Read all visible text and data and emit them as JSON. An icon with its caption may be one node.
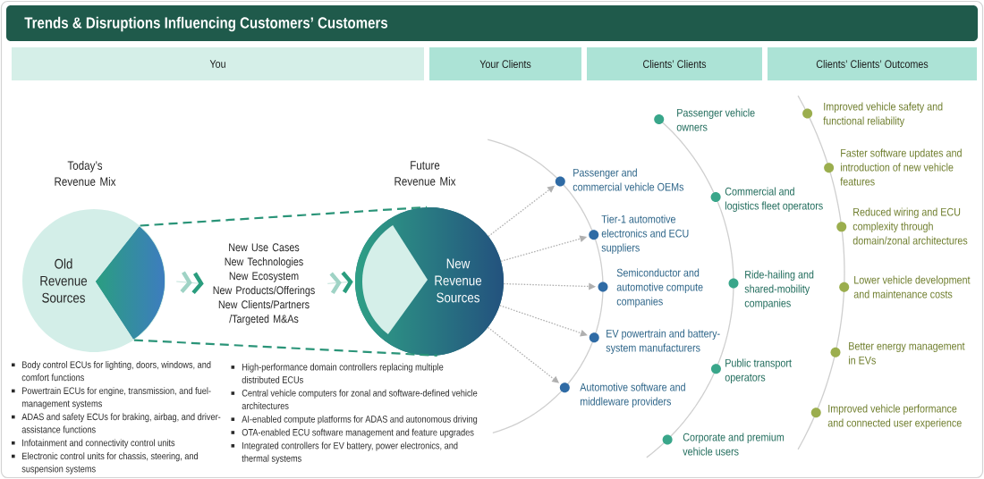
{
  "diagram": {
    "title": "Trends & Disruptions Influencing Customers’ Customers",
    "nodes": [
      {
        "text": [
          "You"
        ]
      },
      {
        "text": [
          "Your Clients"
        ]
      },
      {
        "text": [
          "Clients’ Clients"
        ]
      },
      {
        "text": [
          "Clients’ Clients’ Outcomes"
        ]
      },
      {
        "text": [
          "Old Revenue Sources"
        ],
        "beside": [
          "Today’s Revenue Mix"
        ]
      },
      {
        "text": [
          "New Use Cases",
          "New Technologies",
          "New Ecosystem",
          "New Products/Offerings",
          "New Clients/Partners /Targeted M&As"
        ]
      },
      {
        "text": [
          "New Revenue Sources"
        ],
        "beside": [
          "Future Revenue Mix"
        ]
      },
      {
        "text": [],
        "shape": "circle",
        "beside": [
          "Passenger and commercial vehicle OEMs"
        ]
      },
      {
        "text": [],
        "shape": "circle",
        "beside": [
          "Tier-1 automotive electronics and ECU suppliers"
        ]
      },
      {
        "text": [],
        "shape": "circle",
        "beside": [
          "Semiconductor and automotive compute companies"
        ]
      },
      {
        "text": [],
        "shape": "circle",
        "beside": [
          "EV powertrain and battery-system manufacturers"
        ]
      },
      {
        "text": [],
        "shape": "circle",
        "beside": [
          "Automotive software and middleware providers"
        ]
      },
      {
        "text": [],
        "shape": "circle",
        "beside": [
          "Passenger vehicle owners"
        ]
      },
      {
        "text": [],
        "shape": "circle",
        "beside": [
          "Commercial and logistics fleet operators"
        ]
      },
      {
        "text": [],
        "shape": "circle",
        "beside": [
          "Ride-hailing and shared-mobility companies"
        ]
      },
      {
        "text": [],
        "shape": "circle",
        "beside": [
          "Public transport operators"
        ]
      },
      {
        "text": [],
        "shape": "circle",
        "beside": [
          "Corporate and premium vehicle users"
        ]
      },
      {
        "text": [],
        "shape": "circle",
        "beside": [
          "Improved vehicle safety and functional reliability"
        ]
      },
      {
        "text": [],
        "shape": "circle",
        "beside": [
          "Faster software updates and introduction of new vehicle features"
        ]
      },
      {
        "text": [],
        "shape": "circle",
        "beside": [
          "Reduced wiring and ECU complexity through domain/zonal architectures"
        ]
      },
      {
        "text": [],
        "shape": "circle",
        "beside": [
          "Lower vehicle development and maintenance costs"
        ]
      },
      {
        "text": [],
        "shape": "circle",
        "beside": [
          "Better energy management in EVs"
        ]
      },
      {
        "text": [],
        "shape": "circle",
        "beside": [
          "Improved vehicle performance and connected user experience"
        ]
      }
    ],
    "edges": [
      {
        "from": 4,
        "to": 6,
        "arrow": "none",
        "style": "dashed",
        "color": "#2a9478"
      },
      {
        "from": 4,
        "to": 6,
        "arrow": "none",
        "style": "dashed",
        "color": "#2a9478"
      },
      {
        "from": 4,
        "to": 5,
        "arrow": "to",
        "style": "thick",
        "color": "#2a9d7e"
      },
      {
        "from": 5,
        "to": 6,
        "arrow": "to",
        "style": "thick",
        "color": "#2a9d7e"
      },
      {
        "from": 6,
        "to": 7,
        "arrow": "to",
        "style": "dashed"
      },
      {
        "from": 6,
        "to": 8,
        "arrow": "to",
        "style": "dashed"
      },
      {
        "from": 6,
        "to": 9,
        "arrow": "to",
        "style": "dashed"
      },
      {
        "from": 6,
        "to": 10,
        "arrow": "to",
        "style": "dashed"
      },
      {
        "from": 6,
        "to": 11,
        "arrow": "to",
        "style": "dashed"
      }
    ],
    "labels": [
      "Body control ECUs for lighting, doors, windows, and comfort functions",
      "Powertrain ECUs for engine, transmission, and fuel-management systems",
      "ADAS and safety ECUs for braking, airbag, and driver-assistance functions",
      "Infotainment and connectivity control units",
      "Electronic control units for chassis, steering, and suspension systems",
      "High-performance domain controllers replacing multiple distributed ECUs",
      "Central vehicle computers for zonal and software-defined vehicle architectures",
      "AI-enabled compute platforms for ADAS and autonomous driving",
      "OTA-enabled ECU software management and feature upgrades",
      "Integrated controllers for EV battery, power electronics, and thermal systems"
    ]
  }
}
